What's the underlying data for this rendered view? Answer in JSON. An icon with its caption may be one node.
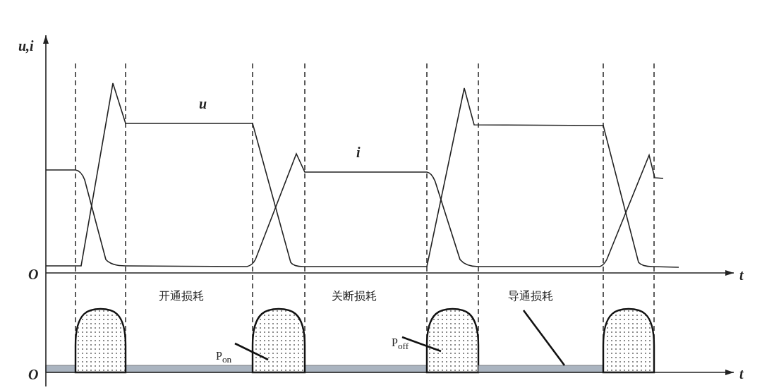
{
  "diagram": {
    "nodes": [
      {
        "text": [],
        "shape": "dome"
      },
      {
        "text": [
          "P$_{on}$"
        ]
      },
      {
        "text": [],
        "shape": "dome"
      },
      {
        "text": [
          "P$_{off}$"
        ]
      },
      {
        "text": [],
        "shape": "dome"
      },
      {
        "text": [
          "导通损耗"
        ]
      },
      {
        "text": [],
        "shape": "bar"
      },
      {
        "text": [],
        "shape": "dome"
      }
    ],
    "edges": [
      {
        "from": 1,
        "to": 2,
        "arrow": "none"
      },
      {
        "from": 3,
        "to": 4,
        "arrow": "none"
      },
      {
        "from": 5,
        "to": 6,
        "arrow": "none"
      }
    ],
    "labels": [
      "u,i",
      "u",
      "i",
      "O",
      "t",
      "开通损耗",
      "关断损耗",
      "O",
      "t"
    ]
  }
}
